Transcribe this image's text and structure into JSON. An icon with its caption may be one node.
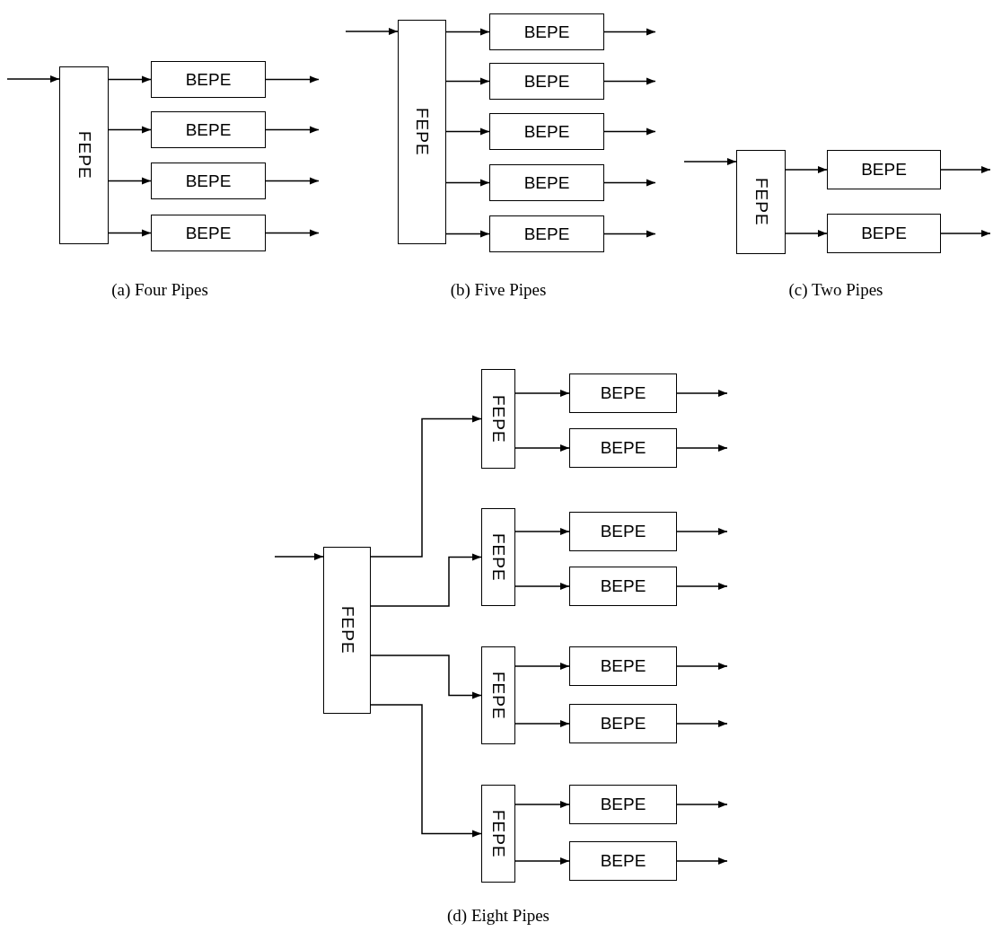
{
  "diagram": {
    "nodes": [
      {
        "text": [
          "FEPE"
        ]
      },
      {
        "text": [
          "BEPE"
        ]
      },
      {
        "text": [
          "BEPE"
        ]
      },
      {
        "text": [
          "BEPE"
        ]
      },
      {
        "text": [
          "BEPE"
        ]
      },
      {
        "text": [
          "FEPE"
        ]
      },
      {
        "text": [
          "BEPE"
        ]
      },
      {
        "text": [
          "BEPE"
        ]
      },
      {
        "text": [
          "BEPE"
        ]
      },
      {
        "text": [
          "BEPE"
        ]
      },
      {
        "text": [
          "BEPE"
        ]
      },
      {
        "text": [
          "FEPE"
        ]
      },
      {
        "text": [
          "BEPE"
        ]
      },
      {
        "text": [
          "BEPE"
        ]
      },
      {
        "text": [
          "FEPE"
        ]
      },
      {
        "text": [
          "FEPE"
        ]
      },
      {
        "text": [
          "BEPE"
        ]
      },
      {
        "text": [
          "BEPE"
        ]
      },
      {
        "text": [
          "FEPE"
        ]
      },
      {
        "text": [
          "BEPE"
        ]
      },
      {
        "text": [
          "BEPE"
        ]
      },
      {
        "text": [
          "FEPE"
        ]
      },
      {
        "text": [
          "BEPE"
        ]
      },
      {
        "text": [
          "BEPE"
        ]
      },
      {
        "text": [
          "FEPE"
        ]
      },
      {
        "text": [
          "BEPE"
        ]
      },
      {
        "text": [
          "BEPE"
        ]
      }
    ],
    "edges": [
      {
        "from": null,
        "to": 0,
        "arrow": "to"
      },
      {
        "from": 0,
        "to": 1,
        "arrow": "to"
      },
      {
        "from": 0,
        "to": 2,
        "arrow": "to"
      },
      {
        "from": 0,
        "to": 3,
        "arrow": "to"
      },
      {
        "from": 0,
        "to": 4,
        "arrow": "to"
      },
      {
        "from": 1,
        "to": null,
        "arrow": "to"
      },
      {
        "from": 2,
        "to": null,
        "arrow": "to"
      },
      {
        "from": 3,
        "to": null,
        "arrow": "to"
      },
      {
        "from": 4,
        "to": null,
        "arrow": "to"
      },
      {
        "from": null,
        "to": 5,
        "arrow": "to"
      },
      {
        "from": 5,
        "to": 6,
        "arrow": "to"
      },
      {
        "from": 5,
        "to": 7,
        "arrow": "to"
      },
      {
        "from": 5,
        "to": 8,
        "arrow": "to"
      },
      {
        "from": 5,
        "to": 9,
        "arrow": "to"
      },
      {
        "from": 5,
        "to": 10,
        "arrow": "to"
      },
      {
        "from": 6,
        "to": null,
        "arrow": "to"
      },
      {
        "from": 7,
        "to": null,
        "arrow": "to"
      },
      {
        "from": 8,
        "to": null,
        "arrow": "to"
      },
      {
        "from": 9,
        "to": null,
        "arrow": "to"
      },
      {
        "from": 10,
        "to": null,
        "arrow": "to"
      },
      {
        "from": null,
        "to": 11,
        "arrow": "to"
      },
      {
        "from": 11,
        "to": 12,
        "arrow": "to"
      },
      {
        "from": 11,
        "to": 13,
        "arrow": "to"
      },
      {
        "from": 12,
        "to": null,
        "arrow": "to"
      },
      {
        "from": 13,
        "to": null,
        "arrow": "to"
      },
      {
        "from": null,
        "to": 14,
        "arrow": "to"
      },
      {
        "from": 14,
        "to": 15,
        "arrow": "to"
      },
      {
        "from": 14,
        "to": 18,
        "arrow": "to"
      },
      {
        "from": 14,
        "to": 21,
        "arrow": "to"
      },
      {
        "from": 14,
        "to": 24,
        "arrow": "to"
      },
      {
        "from": 15,
        "to": 16,
        "arrow": "to"
      },
      {
        "from": 15,
        "to": 17,
        "arrow": "to"
      },
      {
        "from": 18,
        "to": 19,
        "arrow": "to"
      },
      {
        "from": 18,
        "to": 20,
        "arrow": "to"
      },
      {
        "from": 21,
        "to": 22,
        "arrow": "to"
      },
      {
        "from": 21,
        "to": 23,
        "arrow": "to"
      },
      {
        "from": 24,
        "to": 25,
        "arrow": "to"
      },
      {
        "from": 24,
        "to": 26,
        "arrow": "to"
      },
      {
        "from": 16,
        "to": null,
        "arrow": "to"
      },
      {
        "from": 17,
        "to": null,
        "arrow": "to"
      },
      {
        "from": 19,
        "to": null,
        "arrow": "to"
      },
      {
        "from": 20,
        "to": null,
        "arrow": "to"
      },
      {
        "from": 22,
        "to": null,
        "arrow": "to"
      },
      {
        "from": 23,
        "to": null,
        "arrow": "to"
      },
      {
        "from": 25,
        "to": null,
        "arrow": "to"
      },
      {
        "from": 26,
        "to": null,
        "arrow": "to"
      }
    ],
    "labels": [
      "(a) Four Pipes",
      "(b) Five Pipes",
      "(c) Two Pipes",
      "(d) Eight Pipes"
    ]
  }
}
